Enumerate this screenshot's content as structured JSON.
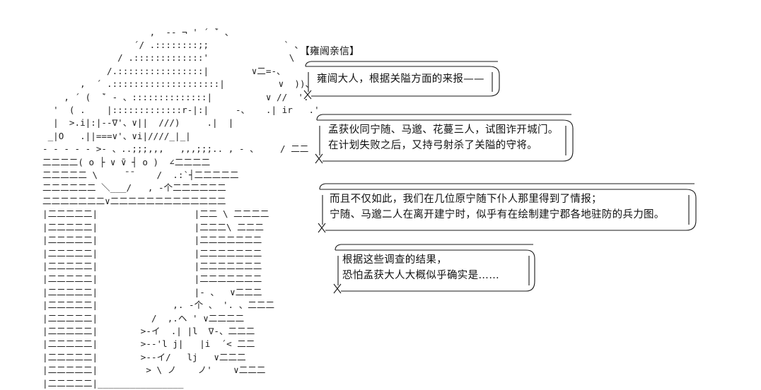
{
  "scene": {
    "title": "AA text-adventure scene",
    "background_color": "#ffffff",
    "text_color": "#1a1a1a"
  },
  "ascii_art": {
    "name": "elephant-rider-and-wall",
    "content": "                    ,  -‐ ¬ ' ´ ̄` 、\n                 ´/ .::::::::;;              ` 、\n              / .:::::::::::::'               \\\n            /.::::::::::::::::|        ∨二=-、\n       ,  ´ .::::::::::::::::::::|          ∨  ))、\n    , ´ (  ̄` ‐ 、::::::::::::::|          ∨ //  '.\n  '  ( .    |:::::::::::::r‐|:|     -、   .| ir   .'\n  |  >.i|:|--∇'、∨||  ///)     .|  |\n _|O   .||===∨'、∨i|////_|_|\n‐ ‐ ‐ ‐ ‐ >‐ 、..;;;,,,   ,,,;;;.. , ‐ 、    / 二二\n二二二二( o ├ ∨ ̄∨ ┤ o )  ∠二二二二\n二二二二二 \\     ̄ ̄     /  .:`┤二二二二二\n二二二二二二 ＼___/   , ‐个二二二二二二\n二二二二二二二∨二二二二二二二二二二二二二\n|二二二二二|                  |二二 \\ 二二二二\n|二二二二二|                  |二二二\\ 二二二\n|二二二二二|                  |二二二二二二二\n|二二二二二|                  |二二二二二二二\n|二二二二二|                  |二二二二二二二\n|二二二二二|                  |二二二二二二二\n|二二二二二|                  |‐ 、  ∨二二二\n|二二二二二|              ,. ‐个 、 '. 、二二二\n|二二二二二|          /  ,.ヘ ' ∨二二二二\n|二二二二二|        >‐イ  .| |l  ∇‐、二二二\n|二二二二二|        >‐‐'l j|   |i  ´< 二二\n|二二二二二|        >‐‐イ/   lj   ∨二二二\n|二二二二二|         > \\ ノ    ノ'    ∨二二二\n|二二二二二|________________"
  },
  "speakers": [
    {
      "name_tag": "【雍闿亲信】",
      "lines": [
        "雍闿大人，根据关隘方面的来报——"
      ]
    },
    {
      "name_tag": "",
      "lines": [
        "孟获伙同宁随、马邈、花蔓三人，试图诈开城门。",
        "在计划失败之后，又持弓射杀了关隘的守将。"
      ]
    },
    {
      "name_tag": "",
      "lines": [
        "而且不仅如此，我们在几位原宁随下仆人那里得到了情报；",
        "宁随、马邈二人在离开建宁时，似乎有在绘制建宁郡各地驻防的兵力图。"
      ]
    },
    {
      "name_tag": "",
      "lines": [
        "根据这些调查的结果，",
        "恐怕孟获大人大概似乎确实是……"
      ]
    }
  ]
}
